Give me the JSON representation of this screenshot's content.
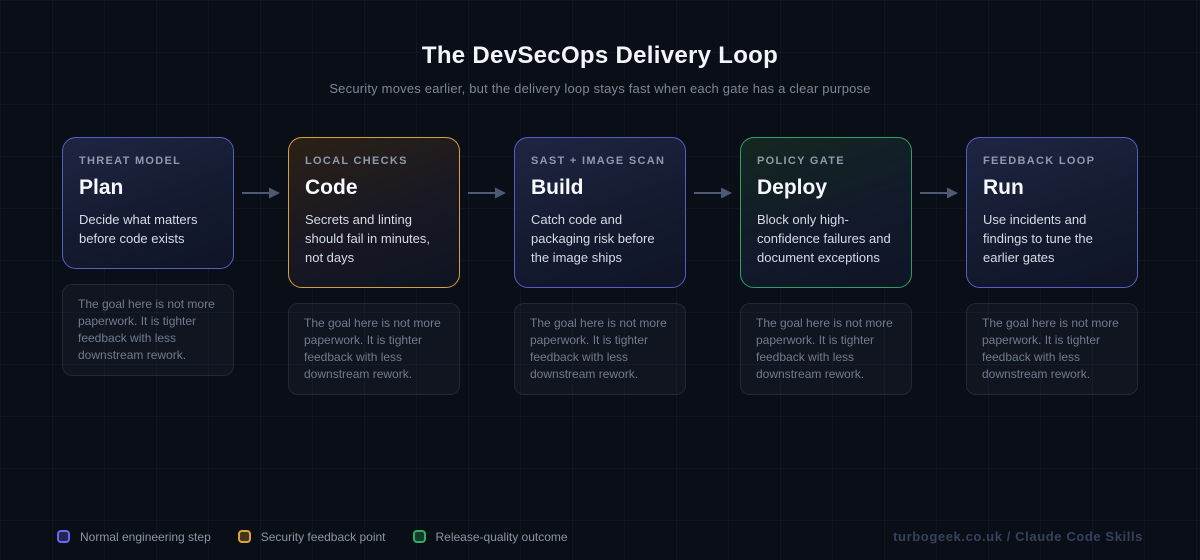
{
  "page": {
    "title": "The DevSecOps Delivery Loop",
    "subtitle": "Security moves earlier, but the delivery loop stays fast when each gate has a clear purpose"
  },
  "steps": [
    {
      "label": "THREAT MODEL",
      "heading": "Plan",
      "description": "Decide what matters before code exists",
      "note": "The goal here is not more paperwork. It is tighter feedback with less downstream rework.",
      "variant": "indigo"
    },
    {
      "label": "LOCAL CHECKS",
      "heading": "Code",
      "description": "Secrets and linting should fail in minutes, not days",
      "note": "The goal here is not more paperwork. It is tighter feedback with less downstream rework.",
      "variant": "amber"
    },
    {
      "label": "SAST + IMAGE SCAN",
      "heading": "Build",
      "description": "Catch code and packaging risk before the image ships",
      "note": "The goal here is not more paperwork. It is tighter feedback with less downstream rework.",
      "variant": "indigo"
    },
    {
      "label": "POLICY GATE",
      "heading": "Deploy",
      "description": "Block only high-confidence failures and document exceptions",
      "note": "The goal here is not more paperwork. It is tighter feedback with less downstream rework.",
      "variant": "green"
    },
    {
      "label": "FEEDBACK LOOP",
      "heading": "Run",
      "description": "Use incidents and findings to tune the earlier gates",
      "note": "The goal here is not more paperwork. It is tighter feedback with less downstream rework.",
      "variant": "indigo"
    }
  ],
  "legend": [
    {
      "label": "Normal engineering step",
      "color": "#666af0"
    },
    {
      "label": "Security feedback point",
      "color": "#dda13a"
    },
    {
      "label": "Release-quality outcome",
      "color": "#2fae63"
    }
  ],
  "footer": {
    "attribution": "turbogeek.co.uk / Claude Code Skills"
  },
  "colors": {
    "background": "#0a0e17",
    "indigo_border": "#575dc7",
    "amber_border": "#d6a03c",
    "green_border": "#2f9e62",
    "arrow": "#4d5a75"
  }
}
